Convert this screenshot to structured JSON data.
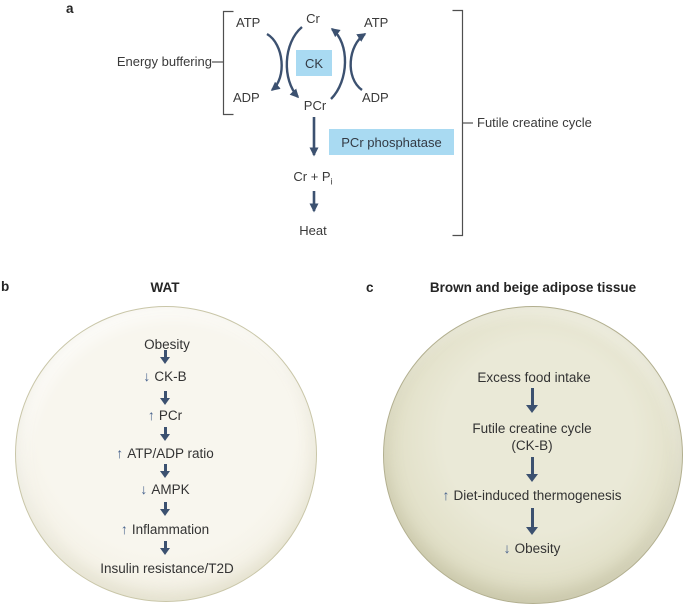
{
  "panel_a": {
    "label": "a",
    "energy_buffering_label": "Energy buffering",
    "futile_cycle_label": "Futile creatine cycle",
    "atp_left": "ATP",
    "adp_left": "ADP",
    "atp_right": "ATP",
    "adp_right": "ADP",
    "cr": "Cr",
    "pcr": "PCr",
    "ck_box": "CK",
    "pcr_phosphatase_box": "PCr phosphatase",
    "cr_pi_main": "Cr + P",
    "cr_pi_sub": "i",
    "heat": "Heat"
  },
  "panel_b": {
    "label": "b",
    "title": "WAT",
    "items": [
      {
        "prefix": "",
        "label": "Obesity"
      },
      {
        "prefix": "↓",
        "label": "CK-B"
      },
      {
        "prefix": "↑",
        "label": "PCr"
      },
      {
        "prefix": "↑",
        "label": "ATP/ADP ratio"
      },
      {
        "prefix": "↓",
        "label": "AMPK"
      },
      {
        "prefix": "↑",
        "label": "Inflammation"
      },
      {
        "prefix": "",
        "label": "Insulin resistance/T2D"
      }
    ]
  },
  "panel_c": {
    "label": "c",
    "title": "Brown and beige adipose tissue",
    "items": [
      {
        "prefix": "",
        "label": "Excess food intake"
      },
      {
        "prefix": "",
        "label": "Futile creatine cycle",
        "label2": "(CK-B)"
      },
      {
        "prefix": "↑",
        "label": "Diet-induced thermogenesis"
      },
      {
        "prefix": "↓",
        "label": "Obesity"
      }
    ]
  },
  "colors": {
    "arrow_dark": "#3c5170",
    "small_arrow_blue": "#46618c",
    "highlight_box_blue": "#a9daf2",
    "text": "#3a3a3a",
    "wat_circle_fill": "#f4f2e7",
    "bat_circle_fill": "#dedcc2"
  }
}
